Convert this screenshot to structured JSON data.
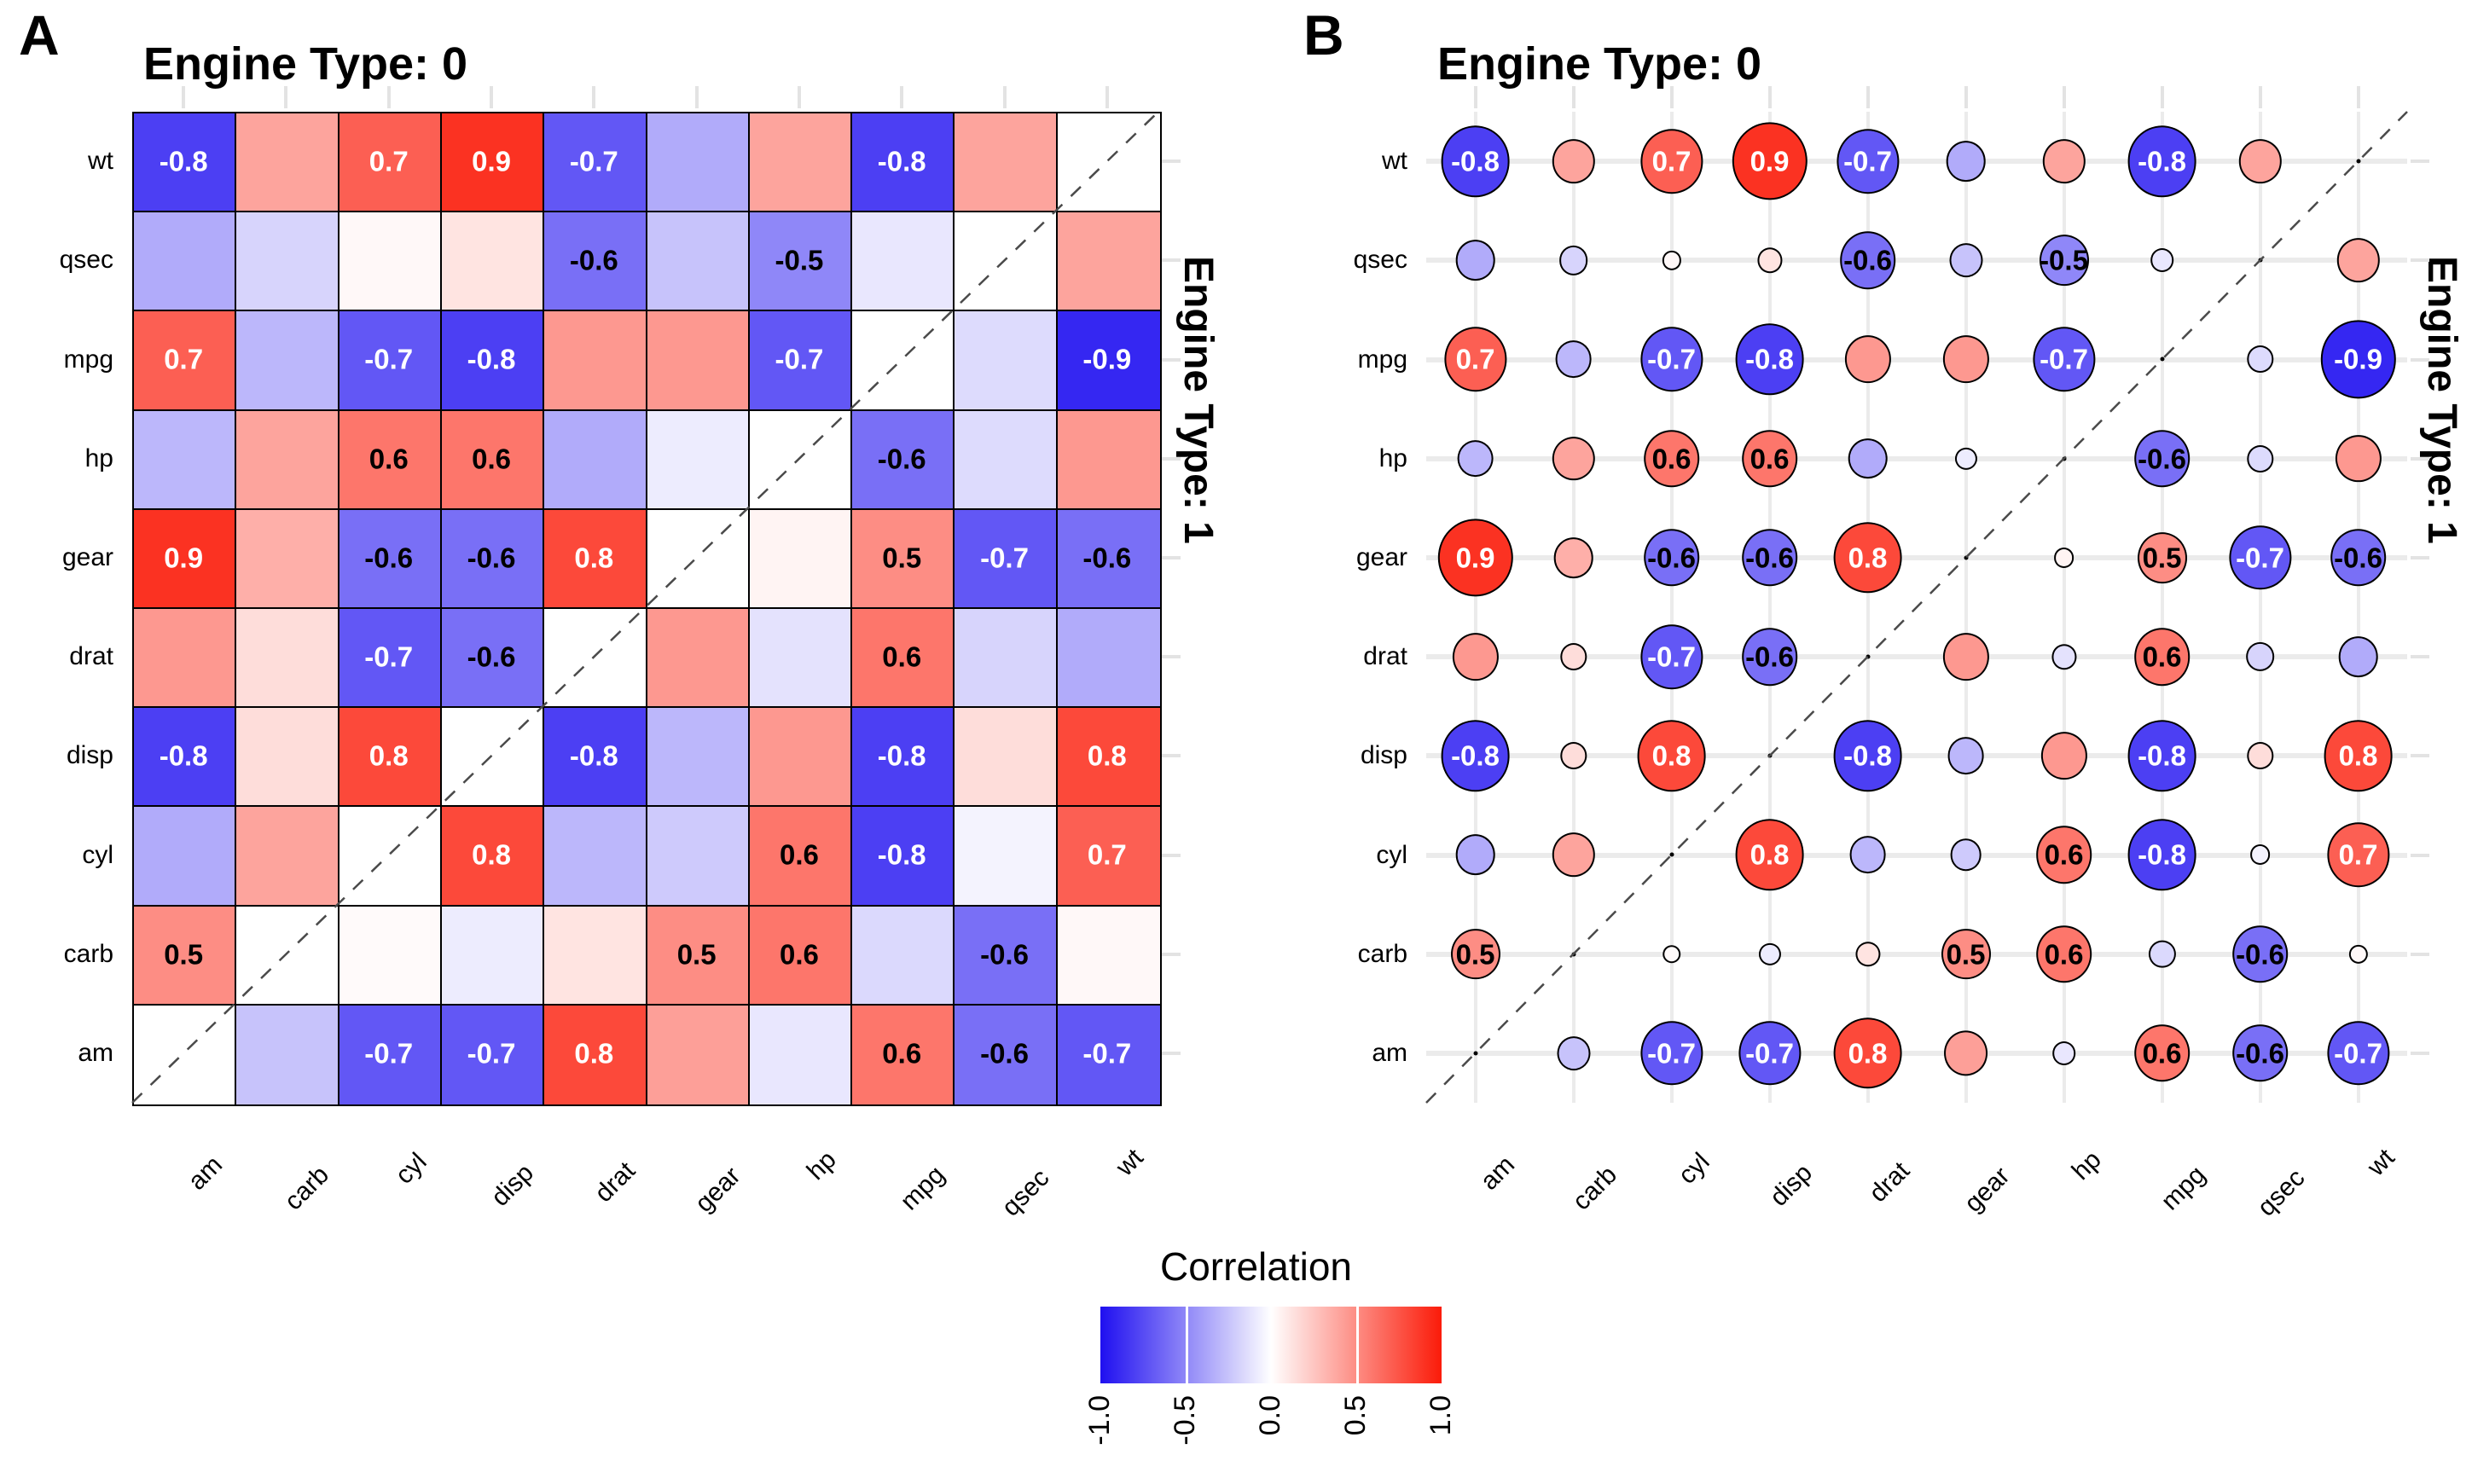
{
  "panels": [
    {
      "letter": "A",
      "title": "Engine Type: 0",
      "side_title": "Engine Type: 1",
      "style": "tile"
    },
    {
      "letter": "B",
      "title": "Engine Type: 0",
      "side_title": "Engine Type: 1",
      "style": "ellipse"
    }
  ],
  "legend": {
    "title": "Correlation",
    "ticks": [
      "-1.0",
      "-0.5",
      "0.0",
      "0.5",
      "1.0"
    ],
    "low_color": "#1f0ff0",
    "mid_color": "#ffffff",
    "high_color": "#fb1b09"
  },
  "chart_data": {
    "type": "heatmap",
    "title": "Correlation",
    "subtitle": "Split correlation matrix: upper-left triangle = Engine Type: 0, lower-right triangle = Engine Type: 1",
    "xlabel": "",
    "ylabel": "",
    "grid": true,
    "legend_position": "bottom",
    "zlim": [
      -1.0,
      1.0
    ],
    "label_threshold": 0.45,
    "xtick_labels": [
      "am",
      "carb",
      "cyl",
      "disp",
      "drat",
      "gear",
      "hp",
      "mpg",
      "qsec",
      "wt"
    ],
    "ytick_labels": [
      "wt",
      "qsec",
      "mpg",
      "hp",
      "gear",
      "drat",
      "disp",
      "cyl",
      "carb",
      "am"
    ],
    "matrix": [
      [
        -0.8,
        0.4,
        0.7,
        0.9,
        -0.7,
        -0.35,
        0.4,
        -0.8,
        0.4,
        null
      ],
      [
        -0.35,
        -0.18,
        0.03,
        0.12,
        -0.6,
        -0.25,
        -0.5,
        -0.1,
        null,
        0.4
      ],
      [
        0.7,
        -0.3,
        -0.7,
        -0.8,
        0.45,
        0.45,
        -0.7,
        null,
        -0.15,
        -0.9
      ],
      [
        -0.3,
        0.4,
        0.6,
        0.6,
        -0.35,
        -0.08,
        null,
        -0.6,
        -0.15,
        0.45
      ],
      [
        0.9,
        0.35,
        -0.6,
        -0.6,
        0.8,
        null,
        0.05,
        0.5,
        -0.7,
        -0.6
      ],
      [
        0.45,
        0.15,
        -0.7,
        -0.6,
        null,
        0.45,
        -0.12,
        0.6,
        -0.18,
        -0.35
      ],
      [
        -0.8,
        0.15,
        0.8,
        null,
        -0.8,
        -0.3,
        0.45,
        -0.8,
        0.15,
        0.8
      ],
      [
        -0.35,
        0.4,
        null,
        0.8,
        -0.3,
        -0.22,
        0.6,
        -0.8,
        -0.05,
        0.7
      ],
      [
        0.5,
        null,
        0.02,
        -0.08,
        0.12,
        0.5,
        0.6,
        -0.16,
        -0.6,
        0.03
      ],
      [
        null,
        -0.25,
        -0.7,
        -0.7,
        0.8,
        0.42,
        -0.1,
        0.6,
        -0.6,
        -0.7
      ]
    ],
    "labeled_values": {
      "0_0": "-0.8",
      "0_2": "0.7",
      "0_3": "0.9",
      "0_4": "-0.7",
      "0_7": "-0.8",
      "1_4": "-0.6",
      "1_6": "-0.5",
      "2_0": "0.7",
      "2_2": "-0.7",
      "2_3": "-0.8",
      "2_6": "-0.7",
      "2_9": "-0.9",
      "3_2": "0.6",
      "3_3": "0.6",
      "3_7": "-0.6",
      "4_0": "0.9",
      "4_2": "-0.6",
      "4_3": "-0.6",
      "4_4": "0.8",
      "4_7": "0.5",
      "4_8": "-0.7",
      "4_9": "-0.6",
      "5_2": "-0.7",
      "5_3": "-0.6",
      "5_7": "0.6",
      "6_0": "-0.8",
      "6_2": "0.8",
      "6_4": "-0.8",
      "6_7": "-0.8",
      "6_9": "0.8",
      "7_3": "0.8",
      "7_6": "0.6",
      "7_7": "-0.8",
      "7_9": "0.7",
      "8_0": "0.5",
      "8_5": "0.5",
      "8_6": "0.6",
      "8_8": "-0.6",
      "9_2": "-0.7",
      "9_3": "-0.7",
      "9_4": "0.8",
      "9_7": "0.6",
      "9_8": "-0.6",
      "9_9": "-0.7"
    }
  }
}
